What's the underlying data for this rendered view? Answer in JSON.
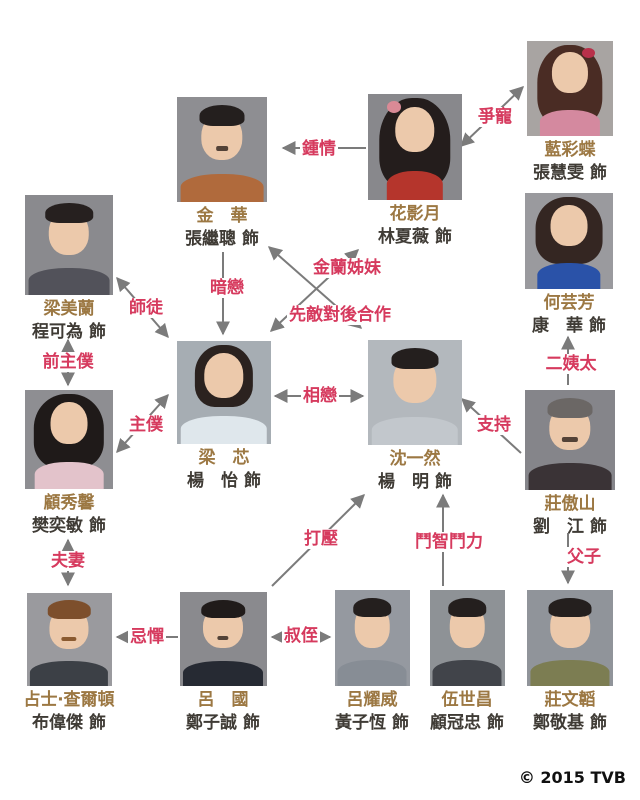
{
  "theme": {
    "label-color": "#d63a5e",
    "name-color": "#9c7843",
    "actor-color": "#3f3b35",
    "arrow-color": "#7b7b7b",
    "bg-color": "#ffffff"
  },
  "characters": [
    {
      "id": "jin-hua",
      "name": "金　華",
      "actor": "張繼聰 飾",
      "portrait": {
        "bg": "#8e8e92",
        "hair": "#241f1e",
        "outfit": "#b06a3c",
        "hairstyle": "short-hair",
        "mustache": true
      }
    },
    {
      "id": "hua-ying-yue",
      "name": "花影月",
      "actor": "林夏薇 飾",
      "portrait": {
        "bg": "#88888c",
        "hair": "#241d1c",
        "outfit": "#b5352c",
        "accent": "#d98a96",
        "hairstyle": "long-hair",
        "mustache": false
      }
    },
    {
      "id": "lan-cai-die",
      "name": "藍彩蝶",
      "actor": "張慧雯 飾",
      "portrait": {
        "bg": "#a8a4a2",
        "hair": "#4a2c24",
        "outfit": "#d4899f",
        "accent": "#b8304a",
        "hairstyle": "long-hair",
        "mustache": false
      }
    },
    {
      "id": "liang-mei-lan",
      "name": "梁美蘭",
      "actor": "程可為 飾",
      "portrait": {
        "bg": "#8a8a8e",
        "hair": "#26201f",
        "outfit": "#52525a",
        "hairstyle": "short-hair",
        "mustache": false
      }
    },
    {
      "id": "he-yun-fang",
      "name": "何芸芳",
      "actor": "康　華 飾",
      "portrait": {
        "bg": "#9a9a9e",
        "hair": "#342622",
        "outfit": "#2a52a8",
        "hairstyle": "long-hair",
        "mustache": false
      }
    },
    {
      "id": "liang-xin",
      "name": "梁　芯",
      "actor": "楊　怡 飾",
      "portrait": {
        "bg": "#a6adb3",
        "hair": "#2b221f",
        "outfit": "#dfe7ec",
        "hairstyle": "long-hair",
        "mustache": false
      }
    },
    {
      "id": "shen-yi-ran",
      "name": "沈一然",
      "actor": "楊　明 飾",
      "portrait": {
        "bg": "#b3b8bd",
        "hair": "#241f1e",
        "outfit": "#c2c7cc",
        "hairstyle": "short-hair",
        "mustache": false
      }
    },
    {
      "id": "gu-xiu-xin",
      "name": "顧秀馨",
      "actor": "樊奕敏 飾",
      "portrait": {
        "bg": "#8e8e92",
        "hair": "#1f1a19",
        "outfit": "#e3c3cb",
        "hairstyle": "long-hair",
        "mustache": false
      }
    },
    {
      "id": "zhuang-ao-shan",
      "name": "莊傲山",
      "actor": "劉　江 飾",
      "portrait": {
        "bg": "#85858a",
        "hair": "#6b6765",
        "outfit": "#3a3336",
        "hairstyle": "short-hair",
        "mustache": true
      }
    },
    {
      "id": "james-charlton",
      "name": "占士‧查爾頓",
      "actor": "布偉傑 飾",
      "portrait": {
        "bg": "#9a9a9e",
        "hair": "#7d4f2c",
        "outfit": "#3c4046",
        "hairstyle": "short-hair",
        "mustache": true
      }
    },
    {
      "id": "lu-guo",
      "name": "呂　國",
      "actor": "鄭子誠 飾",
      "portrait": {
        "bg": "#8a8a8e",
        "hair": "#201b1a",
        "outfit": "#262a33",
        "hairstyle": "short-hair",
        "mustache": true
      }
    },
    {
      "id": "lu-yao-wei",
      "name": "呂耀威",
      "actor": "黃子恆 飾",
      "portrait": {
        "bg": "#9599a0",
        "hair": "#241f1e",
        "outfit": "#878d95",
        "hairstyle": "short-hair",
        "mustache": false
      }
    },
    {
      "id": "wu-shi-chang",
      "name": "伍世昌",
      "actor": "顧冠忠 飾",
      "portrait": {
        "bg": "#8e9296",
        "hair": "#241f1e",
        "outfit": "#41444a",
        "hairstyle": "short-hair",
        "mustache": false
      }
    },
    {
      "id": "zhuang-wen-tao",
      "name": "莊文韜",
      "actor": "鄭敬基 飾",
      "portrait": {
        "bg": "#90949a",
        "hair": "#241f1e",
        "outfit": "#7c7d52",
        "hairstyle": "short-hair",
        "mustache": false
      }
    }
  ],
  "relationships": [
    {
      "id": "zhongqing",
      "label": "鍾情",
      "from": "hua-ying-yue",
      "to": "jin-hua",
      "arrow": "single"
    },
    {
      "id": "zhengchong",
      "label": "爭寵",
      "from": "hua-ying-yue",
      "to": "lan-cai-die",
      "arrow": "double"
    },
    {
      "id": "jinlan",
      "label": "金蘭姊妹",
      "from": "liang-xin",
      "to": "hua-ying-yue",
      "arrow": "double"
    },
    {
      "id": "xiandi",
      "label": "先敵對後合作",
      "from": "jin-hua",
      "to": "shen-yi-ran",
      "arrow": "double"
    },
    {
      "id": "anlian",
      "label": "暗戀",
      "from": "jin-hua",
      "to": "liang-xin",
      "arrow": "single"
    },
    {
      "id": "shitu",
      "label": "師徒",
      "from": "liang-mei-lan",
      "to": "liang-xin",
      "arrow": "double"
    },
    {
      "id": "qianzhupu",
      "label": "前主僕",
      "from": "liang-mei-lan",
      "to": "gu-xiu-xin",
      "arrow": "double"
    },
    {
      "id": "zhupu",
      "label": "主僕",
      "from": "gu-xiu-xin",
      "to": "liang-xin",
      "arrow": "double"
    },
    {
      "id": "fuqi",
      "label": "夫妻",
      "from": "gu-xiu-xin",
      "to": "james-charlton",
      "arrow": "double"
    },
    {
      "id": "xianglian",
      "label": "相戀",
      "from": "liang-xin",
      "to": "shen-yi-ran",
      "arrow": "double"
    },
    {
      "id": "zhichi",
      "label": "支持",
      "from": "zhuang-ao-shan",
      "to": "shen-yi-ran",
      "arrow": "single"
    },
    {
      "id": "eryitai",
      "label": "二姨太",
      "from": "zhuang-ao-shan",
      "to": "he-yun-fang",
      "arrow": "single"
    },
    {
      "id": "fuzi",
      "label": "父子",
      "from": "zhuang-ao-shan",
      "to": "zhuang-wen-tao",
      "arrow": "single"
    },
    {
      "id": "daya",
      "label": "打壓",
      "from": "lu-guo",
      "to": "shen-yi-ran",
      "arrow": "single"
    },
    {
      "id": "douzhi",
      "label": "鬥智鬥力",
      "from": "wu-shi-chang",
      "to": "shen-yi-ran",
      "arrow": "single"
    },
    {
      "id": "jidan",
      "label": "忌憚",
      "from": "lu-guo",
      "to": "james-charlton",
      "arrow": "single"
    },
    {
      "id": "shuzhi",
      "label": "叔侄",
      "from": "lu-guo",
      "to": "lu-yao-wei",
      "arrow": "double"
    }
  ],
  "footer": {
    "copyright": "© 2015 TVB"
  }
}
